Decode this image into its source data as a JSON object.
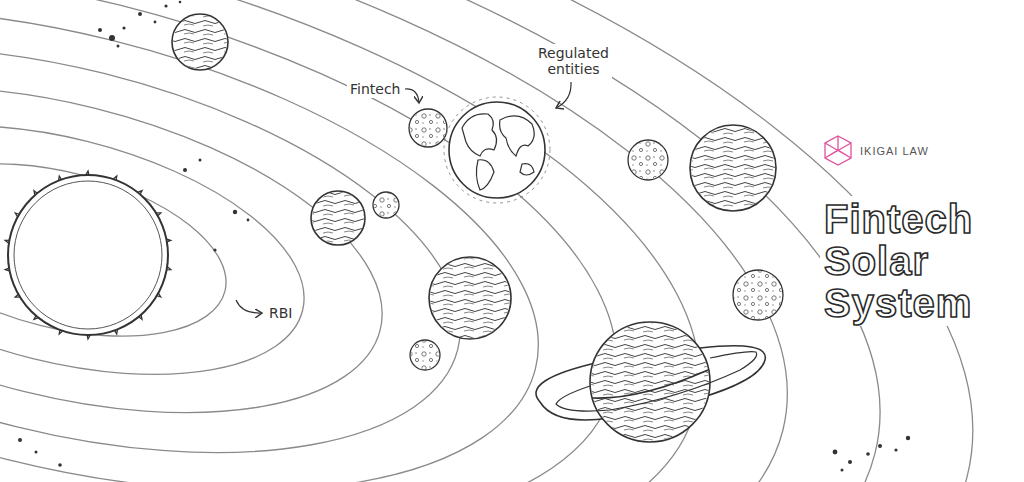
{
  "diagram": {
    "title": "Fintech Solar System",
    "labels": [
      "Fintech",
      "Regulated entities",
      "RBI",
      "IKIGAI LAW"
    ]
  }
}
